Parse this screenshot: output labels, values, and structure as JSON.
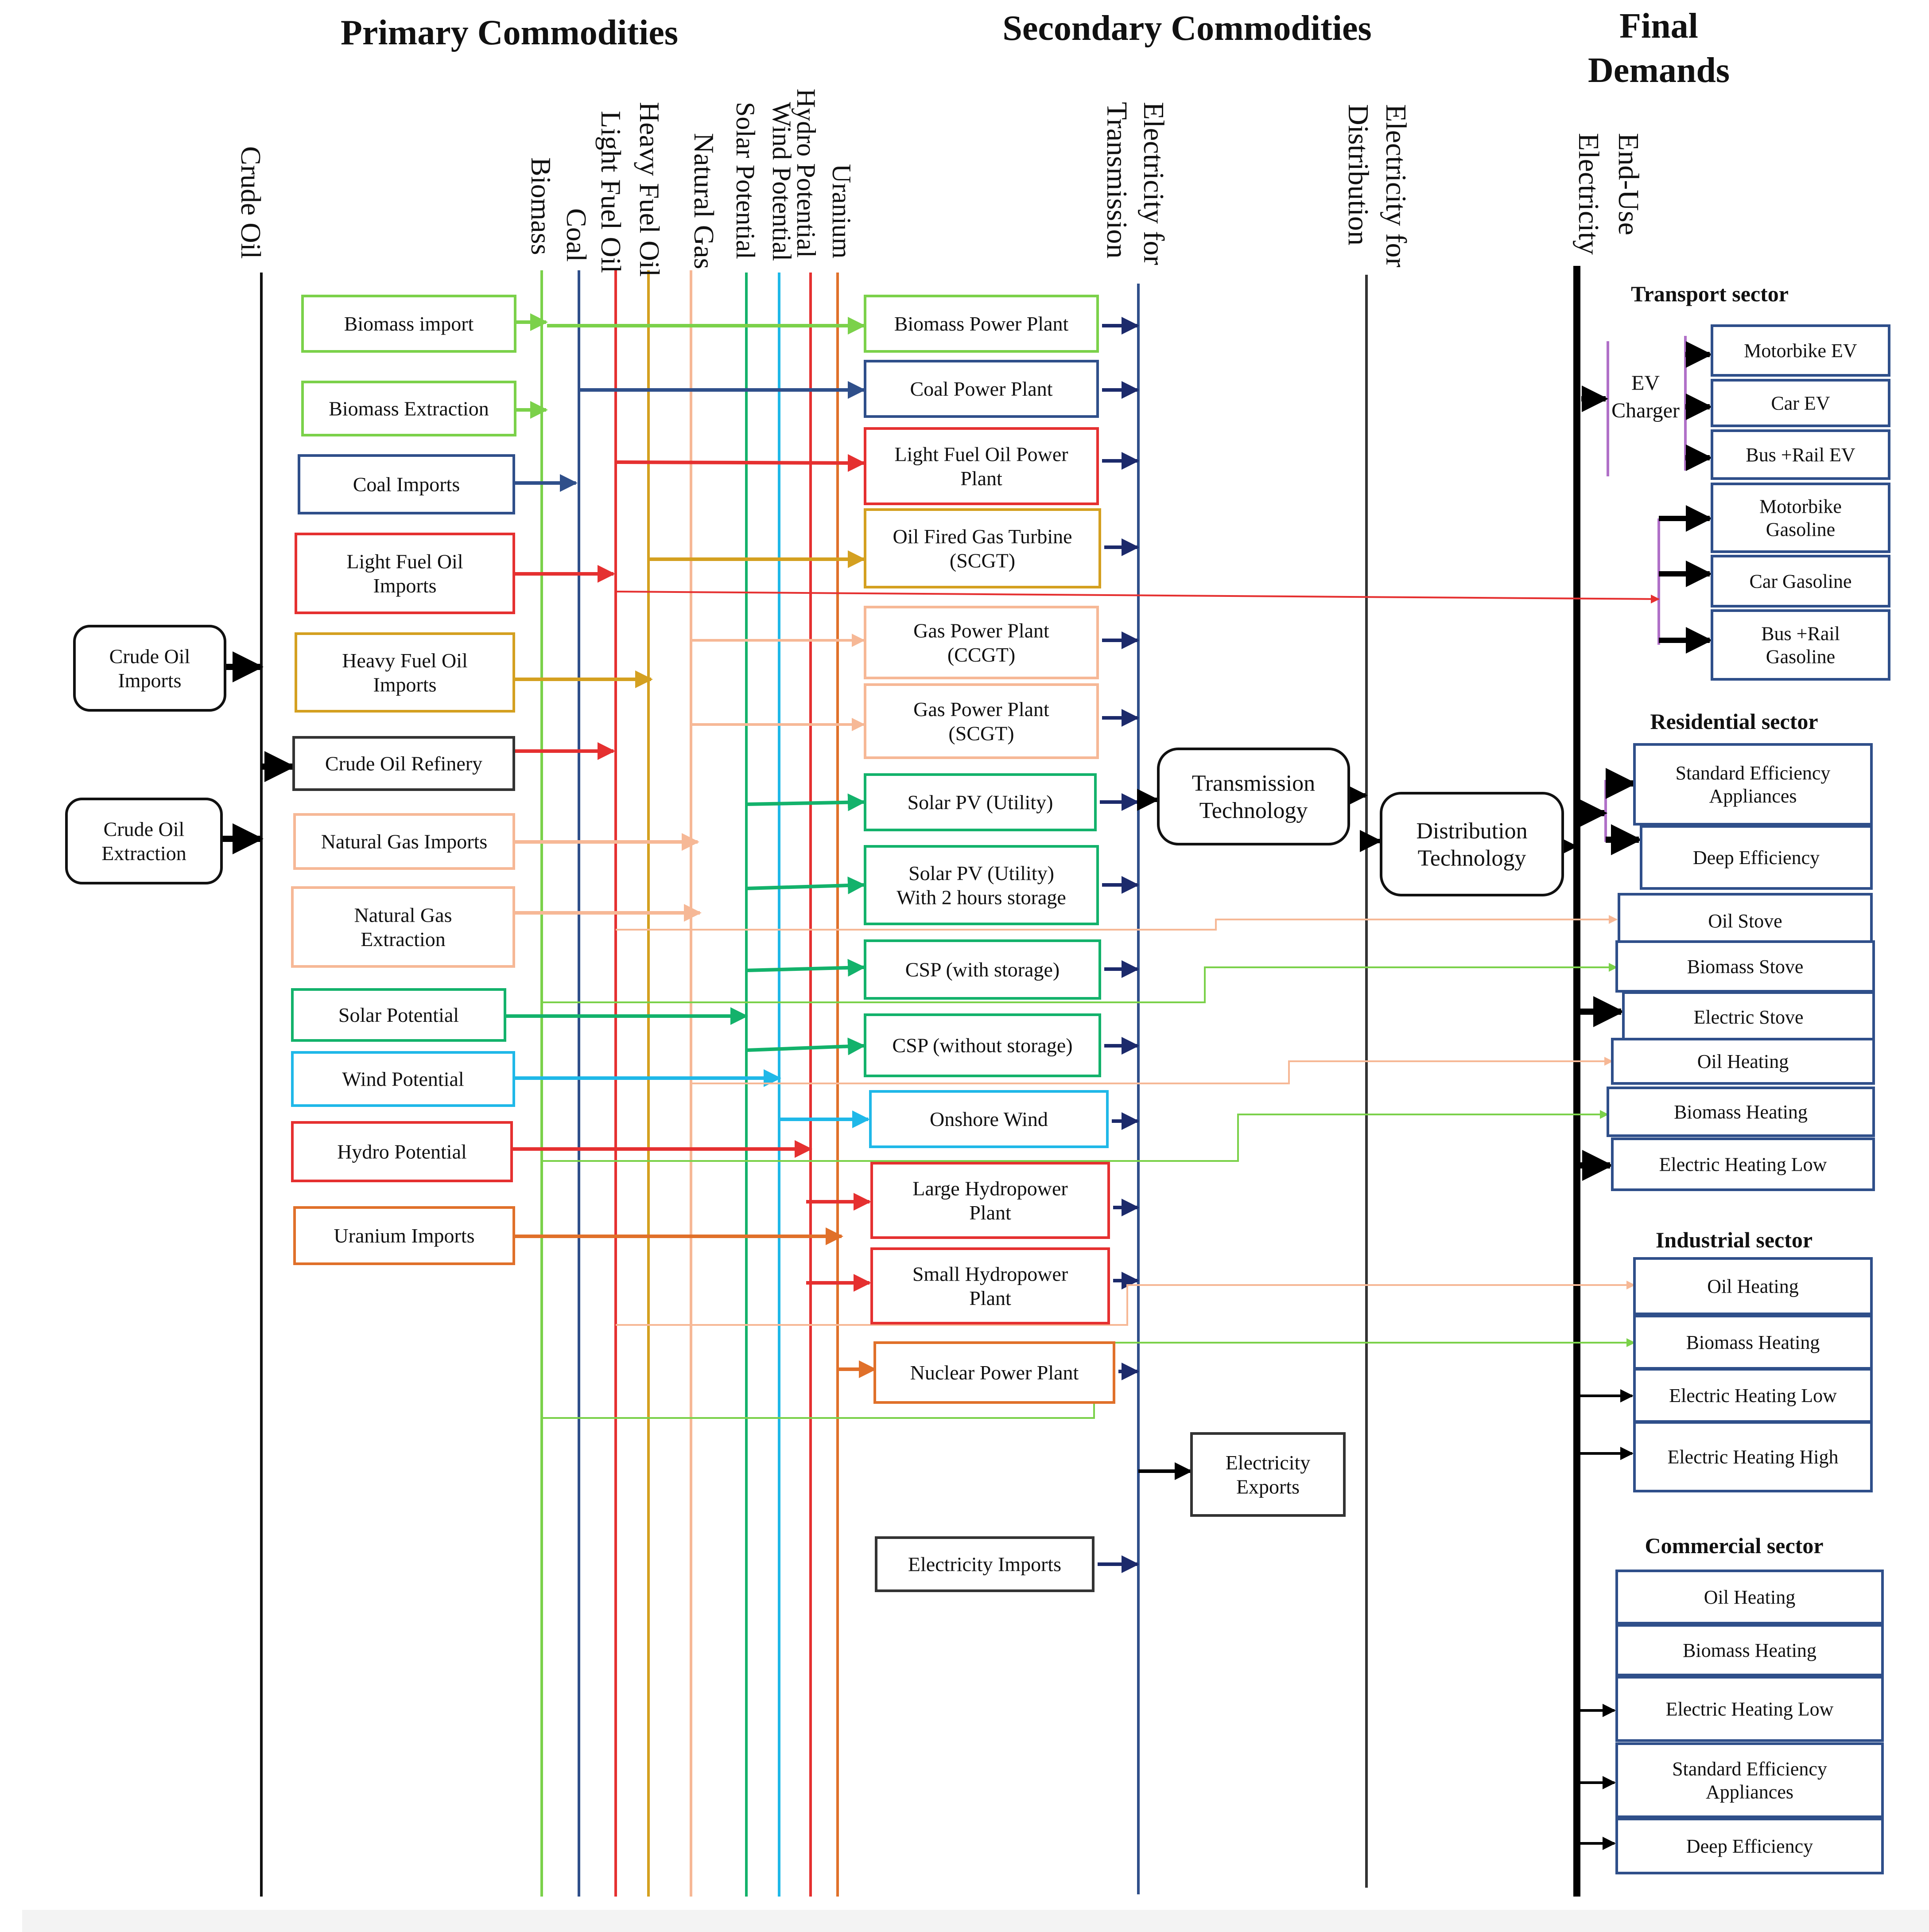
{
  "headers": {
    "primary": "Primary Commodities",
    "secondary": "Secondary Commodities",
    "final_line1": "Final",
    "final_line2": "Demands"
  },
  "colors": {
    "biomass": "#7bd14a",
    "coal": "#2f4f8a",
    "light_fuel_oil": "#e53030",
    "heavy_fuel_oil": "#d4a020",
    "natural_gas": "#f6b896",
    "solar": "#13b26b",
    "wind": "#1fb8e8",
    "hydro": "#e53030",
    "uranium": "#e0702a",
    "electricity": "#1c2a6b",
    "black": "#000000",
    "ev_bracket": "#b070c8"
  },
  "commodity_lines": [
    {
      "key": "crude_oil",
      "label": "Crude Oil"
    },
    {
      "key": "biomass",
      "label": "Biomass"
    },
    {
      "key": "coal",
      "label": "Coal"
    },
    {
      "key": "light_fuel_oil",
      "label": "Light Fuel Oil"
    },
    {
      "key": "heavy_fuel_oil",
      "label": "Heavy Fuel Oil"
    },
    {
      "key": "natural_gas",
      "label": "Natural Gas"
    },
    {
      "key": "solar_potential",
      "label": "Solar Potential"
    },
    {
      "key": "wind_potential",
      "label": "Wind Potential"
    },
    {
      "key": "hydro_potential",
      "label": "Hydro Potential"
    },
    {
      "key": "uranium",
      "label": "Uranium"
    },
    {
      "key": "electricity_transmission",
      "label": "Electricity  for Transmission"
    },
    {
      "key": "electricity_distribution",
      "label": "Electricity  for Distribution"
    },
    {
      "key": "end_use_electricity",
      "label": "End-Use Electricity"
    }
  ],
  "crude_sources": [
    {
      "key": "crude_imports",
      "label": [
        "Crude Oil",
        "Imports"
      ]
    },
    {
      "key": "crude_extraction",
      "label": [
        "Crude Oil",
        "Extraction"
      ]
    }
  ],
  "primary_boxes": [
    {
      "key": "biomass_import",
      "label": [
        "Biomass import"
      ]
    },
    {
      "key": "biomass_extraction",
      "label": [
        "Biomass Extraction"
      ]
    },
    {
      "key": "coal_imports",
      "label": [
        "Coal Imports"
      ]
    },
    {
      "key": "lfo_imports",
      "label": [
        "Light Fuel Oil",
        "Imports"
      ]
    },
    {
      "key": "hfo_imports",
      "label": [
        "Heavy Fuel Oil",
        "Imports"
      ]
    },
    {
      "key": "crude_refinery",
      "label": [
        "Crude Oil Refinery"
      ]
    },
    {
      "key": "ng_imports",
      "label": [
        "Natural Gas Imports"
      ]
    },
    {
      "key": "ng_extraction",
      "label": [
        "Natural Gas",
        "Extraction"
      ]
    },
    {
      "key": "solar_potential_box",
      "label": [
        "Solar Potential"
      ]
    },
    {
      "key": "wind_potential_box",
      "label": [
        "Wind Potential"
      ]
    },
    {
      "key": "hydro_potential_box",
      "label": [
        "Hydro Potential"
      ]
    },
    {
      "key": "uranium_imports",
      "label": [
        "Uranium Imports"
      ]
    }
  ],
  "secondary_boxes": [
    {
      "key": "biomass_pp",
      "label": [
        "Biomass Power Plant"
      ]
    },
    {
      "key": "coal_pp",
      "label": [
        "Coal Power Plant"
      ]
    },
    {
      "key": "lfo_pp",
      "label": [
        "Light Fuel Oil Power",
        "Plant"
      ]
    },
    {
      "key": "oil_gt",
      "label": [
        "Oil Fired Gas Turbine",
        "(SCGT)"
      ]
    },
    {
      "key": "gas_ccgt",
      "label": [
        "Gas Power Plant",
        "(CCGT)"
      ]
    },
    {
      "key": "gas_scgt",
      "label": [
        "Gas Power Plant",
        "(SCGT)"
      ]
    },
    {
      "key": "solar_pv",
      "label": [
        "Solar PV (Utility)"
      ]
    },
    {
      "key": "solar_pv_storage",
      "label": [
        "Solar PV (Utility)",
        "With 2 hours storage"
      ]
    },
    {
      "key": "csp_storage",
      "label": [
        "CSP (with storage)"
      ]
    },
    {
      "key": "csp_no_storage",
      "label": [
        "CSP (without storage)"
      ]
    },
    {
      "key": "onshore_wind",
      "label": [
        "Onshore Wind"
      ]
    },
    {
      "key": "large_hydro",
      "label": [
        "Large Hydropower",
        "Plant"
      ]
    },
    {
      "key": "small_hydro",
      "label": [
        "Small Hydropower",
        "Plant"
      ]
    },
    {
      "key": "nuclear",
      "label": [
        "Nuclear Power Plant"
      ]
    },
    {
      "key": "electricity_imports",
      "label": [
        "Electricity Imports"
      ]
    },
    {
      "key": "electricity_exports",
      "label": [
        "Electricity",
        "Exports"
      ]
    },
    {
      "key": "transmission_tech",
      "label": [
        "Transmission",
        "Technology"
      ]
    },
    {
      "key": "distribution_tech",
      "label": [
        "Distribution",
        "Technology"
      ]
    }
  ],
  "ev_charger": [
    "EV",
    "Charger"
  ],
  "sectors": [
    {
      "key": "transport",
      "title": "Transport sector",
      "items": [
        [
          "Motorbike EV"
        ],
        [
          "Car EV"
        ],
        [
          "Bus +Rail EV"
        ],
        [
          "Motorbike",
          "Gasoline"
        ],
        [
          "Car Gasoline"
        ],
        [
          "Bus +Rail",
          "Gasoline"
        ]
      ]
    },
    {
      "key": "residential",
      "title": "Residential sector",
      "items": [
        [
          "Standard Efficiency",
          "Appliances"
        ],
        [
          "Deep Efficiency"
        ],
        [
          "Oil Stove"
        ],
        [
          "Biomass Stove"
        ],
        [
          "Electric Stove"
        ],
        [
          "Oil Heating"
        ],
        [
          "Biomass Heating"
        ],
        [
          "Electric Heating Low"
        ]
      ]
    },
    {
      "key": "industrial",
      "title": "Industrial sector",
      "items": [
        [
          "Oil Heating"
        ],
        [
          "Biomass Heating"
        ],
        [
          "Electric Heating Low"
        ],
        [
          "Electric Heating High"
        ]
      ]
    },
    {
      "key": "commercial",
      "title": "Commercial sector",
      "items": [
        [
          "Oil Heating"
        ],
        [
          "Biomass Heating"
        ],
        [
          "Electric Heating Low"
        ],
        [
          "Standard Efficiency",
          "Appliances"
        ],
        [
          "Deep Efficiency"
        ]
      ]
    }
  ]
}
